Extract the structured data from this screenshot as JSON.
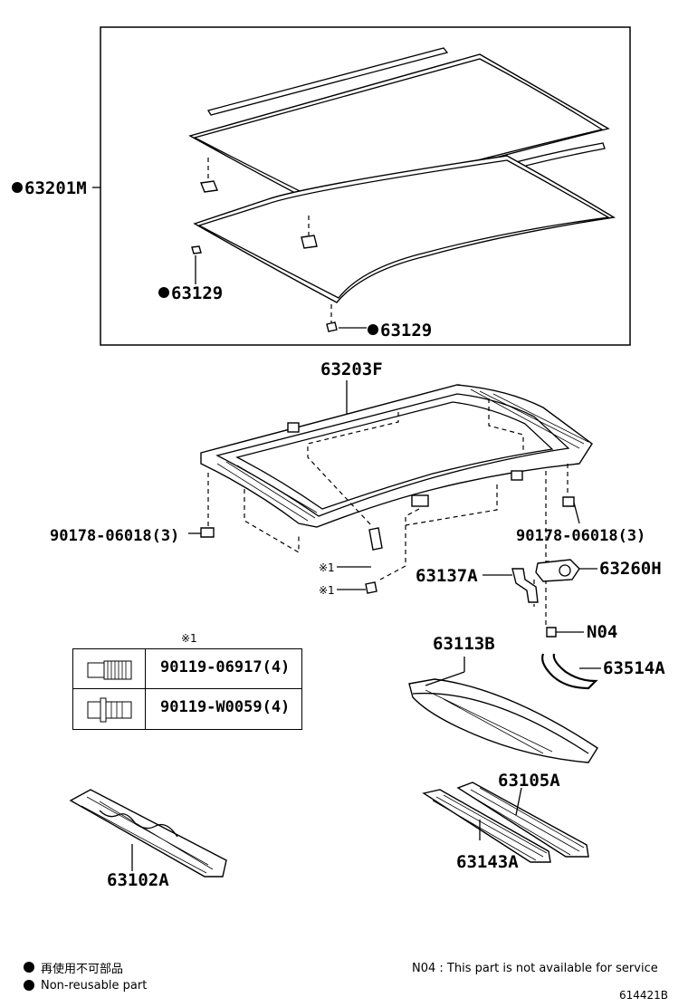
{
  "labels": {
    "p63201M": "63201M",
    "p63129a": "63129",
    "p63129b": "63129",
    "p63203F": "63203F",
    "p90178_left": "90178-06018(3)",
    "p90178_right": "90178-06018(3)",
    "p63137A": "63137A",
    "p63260H": "63260H",
    "pN04": "N04",
    "p63113B": "63113B",
    "p63514A": "63514A",
    "p63105A": "63105A",
    "p63143A": "63143A",
    "p63102A": "63102A",
    "ref1": "※1",
    "ref2": "※1"
  },
  "bolt_table": {
    "title": "※1",
    "rows": [
      {
        "part": "90119-06917(4)",
        "icon": "bolt-long-icon"
      },
      {
        "part": "90119-W0059(4)",
        "icon": "bolt-flange-icon"
      }
    ]
  },
  "legend": {
    "line1": "再使用不可部品",
    "line2": "Non-reusable part",
    "n04_note": "N04 : This part is not available for service"
  },
  "figure_id": "614421B"
}
